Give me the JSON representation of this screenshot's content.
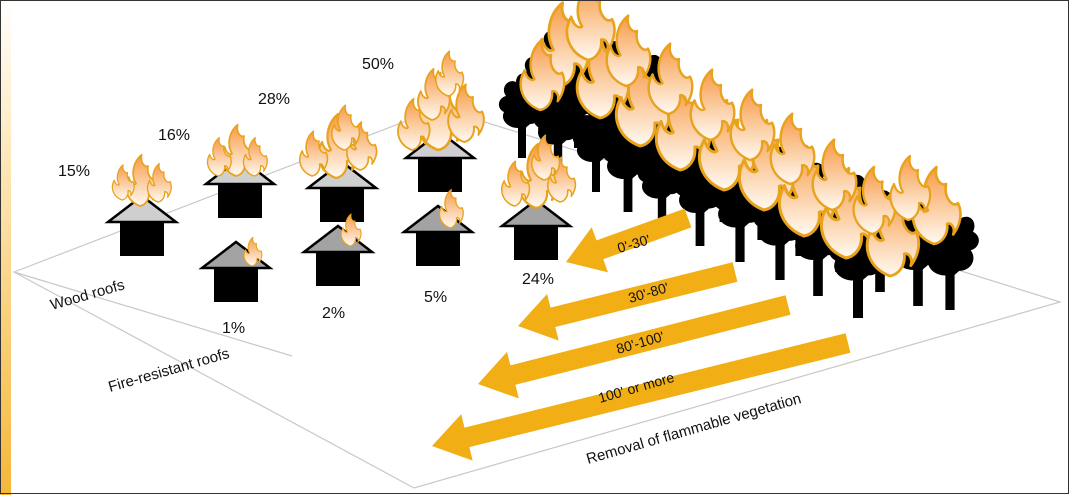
{
  "colors": {
    "flame_outline": "#e8a21c",
    "flame_fill_top": "#f7a24a",
    "flame_fill_bottom": "#ffffff",
    "arrow": "#f2ae15",
    "house_body": "#000000",
    "roof_wood": "#cfcfcf",
    "roof_resistant": "#a3a3a3",
    "tree": "#000000",
    "plane_outline": "#c8c8c8"
  },
  "labels": {
    "wood_roofs": "Wood roofs",
    "fire_resistant_roofs": "Fire-resistant roofs",
    "removal": "Removal of flammable vegetation"
  },
  "wood_roof_houses": [
    {
      "pct": "15%"
    },
    {
      "pct": "16%"
    },
    {
      "pct": "28%"
    },
    {
      "pct": "50%"
    },
    {
      "pct": "24%"
    }
  ],
  "fire_resistant_houses": [
    {
      "pct": "1%"
    },
    {
      "pct": "2%"
    },
    {
      "pct": "5%"
    }
  ],
  "arrows": [
    {
      "label": "0'-30'"
    },
    {
      "label": "30'-80'"
    },
    {
      "label": "80'-100'"
    },
    {
      "label": "100' or more"
    }
  ]
}
